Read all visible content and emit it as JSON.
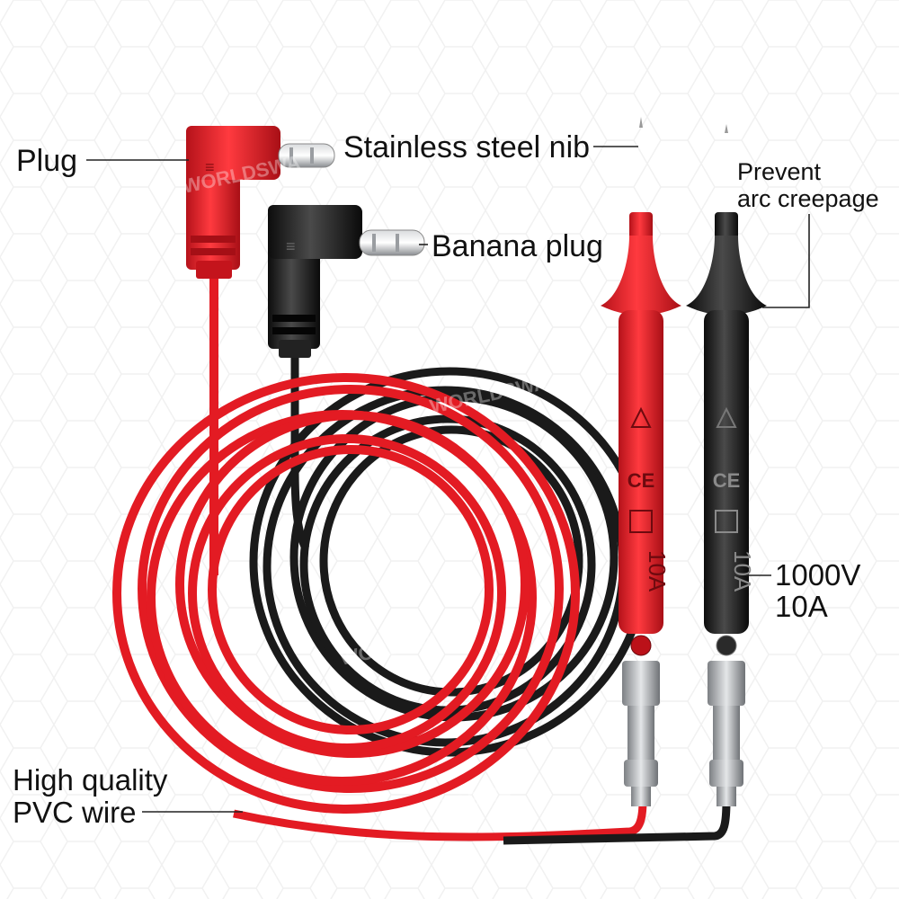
{
  "labels": {
    "plug": "Plug",
    "stainless_nib": "Stainless steel nib",
    "banana_plug": "Banana plug",
    "prevent_arc_line1": "Prevent",
    "prevent_arc_line2": "arc creepage",
    "rating_line1": "1000V",
    "rating_line2": "10A",
    "pvc_line1": "High quality",
    "pvc_line2": "PVC wire"
  },
  "probe_markings": {
    "current": "10A",
    "ce": "CE"
  },
  "watermark": "WORLDSWA",
  "colors": {
    "red_lead": "#e31b23",
    "black_lead": "#1a1a1a",
    "metal": "#b9bcc0",
    "leader_line": "#222222"
  }
}
